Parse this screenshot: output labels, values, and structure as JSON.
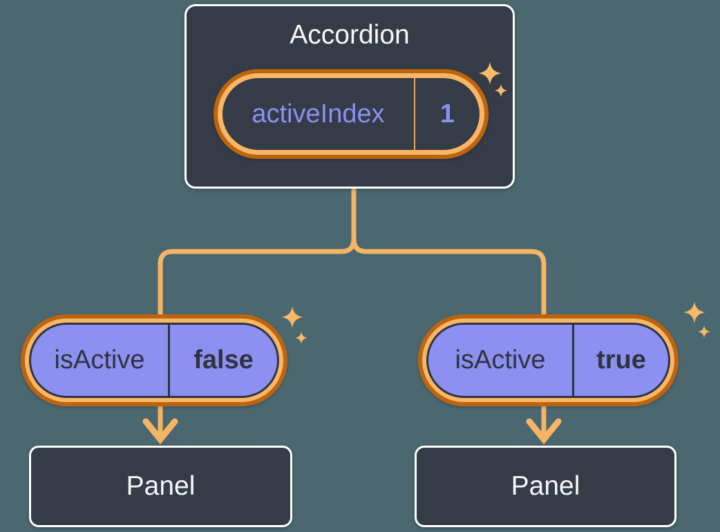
{
  "colors": {
    "background": "#4B6770",
    "box_bg": "#353B47",
    "box_border": "#FFFFFF",
    "text_light": "#F6F7F9",
    "text_dark": "#2D3440",
    "accent": "#8B90F1",
    "pill_fill": "#8B90F1",
    "ring_light": "#F9B666",
    "ring_dark": "#BC6511",
    "state_divider": "#ECA75C",
    "connector": "#F6B565",
    "sparkle": "#F8BA67"
  },
  "accordion": {
    "title": "Accordion",
    "state": {
      "name": "activeIndex",
      "value": "1"
    }
  },
  "children": [
    {
      "prop": {
        "name": "isActive",
        "value": "false"
      },
      "panel": {
        "label": "Panel"
      }
    },
    {
      "prop": {
        "name": "isActive",
        "value": "true"
      },
      "panel": {
        "label": "Panel"
      }
    }
  ]
}
